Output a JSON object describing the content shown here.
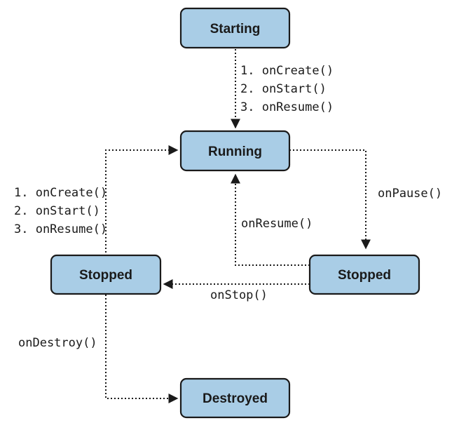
{
  "states": {
    "starting": "Starting",
    "running": "Running",
    "stopped_left": "Stopped",
    "stopped_right": "Stopped",
    "destroyed": "Destroyed"
  },
  "transitions": {
    "starting_to_running": [
      "1. onCreate()",
      "2. onStart()",
      "3. onResume()"
    ],
    "stopped_left_to_running": [
      "1. onCreate()",
      "2. onStart()",
      "3. onResume()"
    ],
    "running_to_stopped": "onPause()",
    "stopped_to_running": "onResume()",
    "stopped_to_stopped": "onStop()",
    "stopped_to_destroyed": "onDestroy()"
  },
  "colors": {
    "box_fill": "#a9cde6",
    "stroke": "#1a1a1a"
  }
}
